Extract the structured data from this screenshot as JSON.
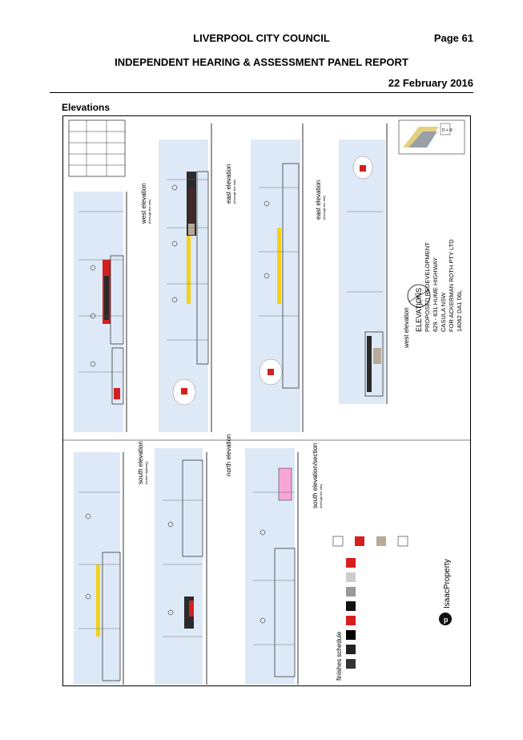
{
  "header": {
    "council": "LIVERPOOL CITY COUNCIL",
    "page": "Page 61",
    "panel": "INDEPENDENT HEARING & ASSESSMENT PANEL REPORT",
    "date": "22 February 2016"
  },
  "section_title": "Elevations",
  "drawing": {
    "elevation_labels": {
      "west": "west elevation",
      "west_sub": "(through the site)",
      "east": "east elevation",
      "east_sub": "(through the site)",
      "south": "south elevation",
      "south_sub": "(hume highway)",
      "north": "north elevation",
      "south_section": "south elevation/section",
      "south_section_sub": "(through the site)",
      "west2": "west elevation"
    },
    "finishes_schedule": "finishes schedule",
    "title_block": {
      "line1": "ELEVATIONS",
      "line2": "PROPOSED REDEVELOPMENT",
      "line3": "629 - 631 HUME HIGHWAY",
      "line4": "CASULA NSW",
      "line5": "FOR ACKERMAN ROTH PTY LTD",
      "line6": "14062  DA1 06L"
    },
    "logo_text": "IsaacProperty",
    "badge": "D + R",
    "colors": {
      "sky": "#dde9f6",
      "facade_red": "#d42020",
      "facade_dark": "#2b2b2b",
      "awning_yellow": "#f2d21c",
      "pink_panel": "#f7a6d8",
      "tan": "#b8a998"
    }
  }
}
